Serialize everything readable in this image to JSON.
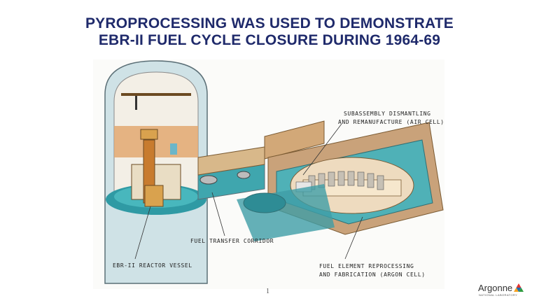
{
  "title": {
    "line1": "PYROPROCESSING WAS USED TO DEMONSTRATE",
    "line2": "EBR-II FUEL CYCLE CLOSURE DURING 1964-69"
  },
  "labels": {
    "subassembly_line1": "SUBASSEMBLY DISMANTLING",
    "subassembly_line2": "AND REMANUFACTURE (AIR CELL)",
    "fuel_transfer": "FUEL TRANSFER CORRIDOR",
    "reactor_vessel": "EBR-II REACTOR VESSEL",
    "reprocessing_line1": "FUEL ELEMENT REPROCESSING",
    "reprocessing_line2": "AND FABRICATION (ARGON CELL)"
  },
  "page_number": "1",
  "logo": {
    "word": "Argonne",
    "subtitle": "NATIONAL LABORATORY",
    "icon": "argonne-triangle-icon",
    "colors": [
      "#e3342f",
      "#f6a21e",
      "#2e9b3f",
      "#1f6db3"
    ]
  }
}
